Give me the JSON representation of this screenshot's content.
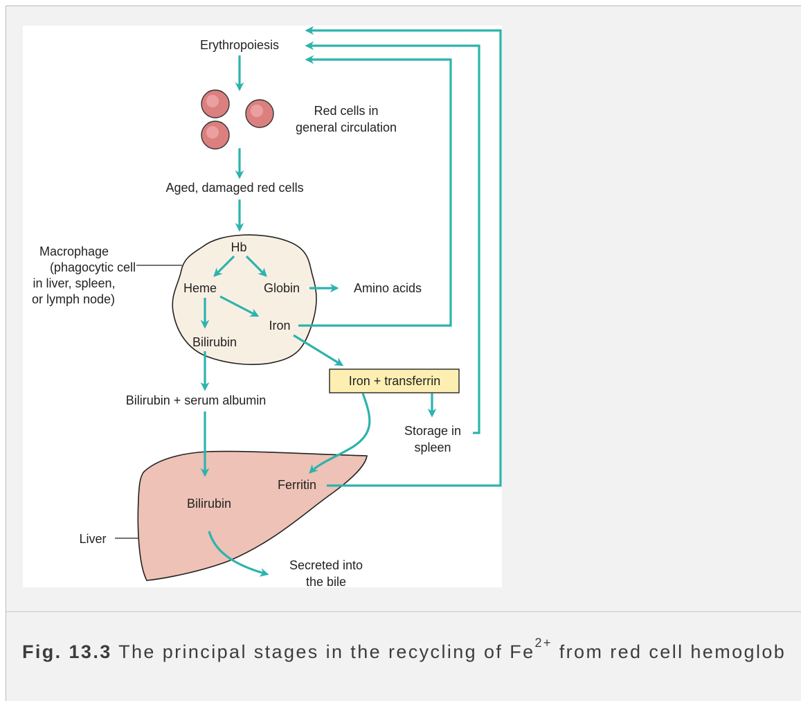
{
  "diagram": {
    "erythropoiesis": "Erythropoiesis",
    "red_cells_line1": "Red cells in",
    "red_cells_line2": "general circulation",
    "aged_cells": "Aged, damaged red cells",
    "macrophage_line1": "Macrophage",
    "macrophage_line2": "(phagocytic cell",
    "macrophage_line3": "in liver, spleen,",
    "macrophage_line4": "or lymph node)",
    "hb": "Hb",
    "heme": "Heme",
    "globin": "Globin",
    "amino_acids": "Amino acids",
    "iron": "Iron",
    "bilirubin_macrophage": "Bilirubin",
    "iron_transferrin": "Iron + transferrin",
    "storage_line1": "Storage in",
    "storage_line2": "spleen",
    "bilirubin_albumin": "Bilirubin + serum albumin",
    "ferritin": "Ferritin",
    "bilirubin_liver": "Bilirubin",
    "liver": "Liver",
    "secreted_line1": "Secreted into",
    "secreted_line2": "the bile"
  },
  "caption": {
    "label": "Fig. 13.3",
    "text_before": "The principal stages in the recycling of Fe",
    "superscript": "2+",
    "text_after": " from red cell hemoglob"
  },
  "colors": {
    "arrow": "#2cb3ad",
    "macrophage_fill": "#f8efe3",
    "liver_fill": "#eec2b6",
    "red_cell_fill": "#dc7f7f",
    "transferrin_box_fill": "#fdefb2"
  }
}
